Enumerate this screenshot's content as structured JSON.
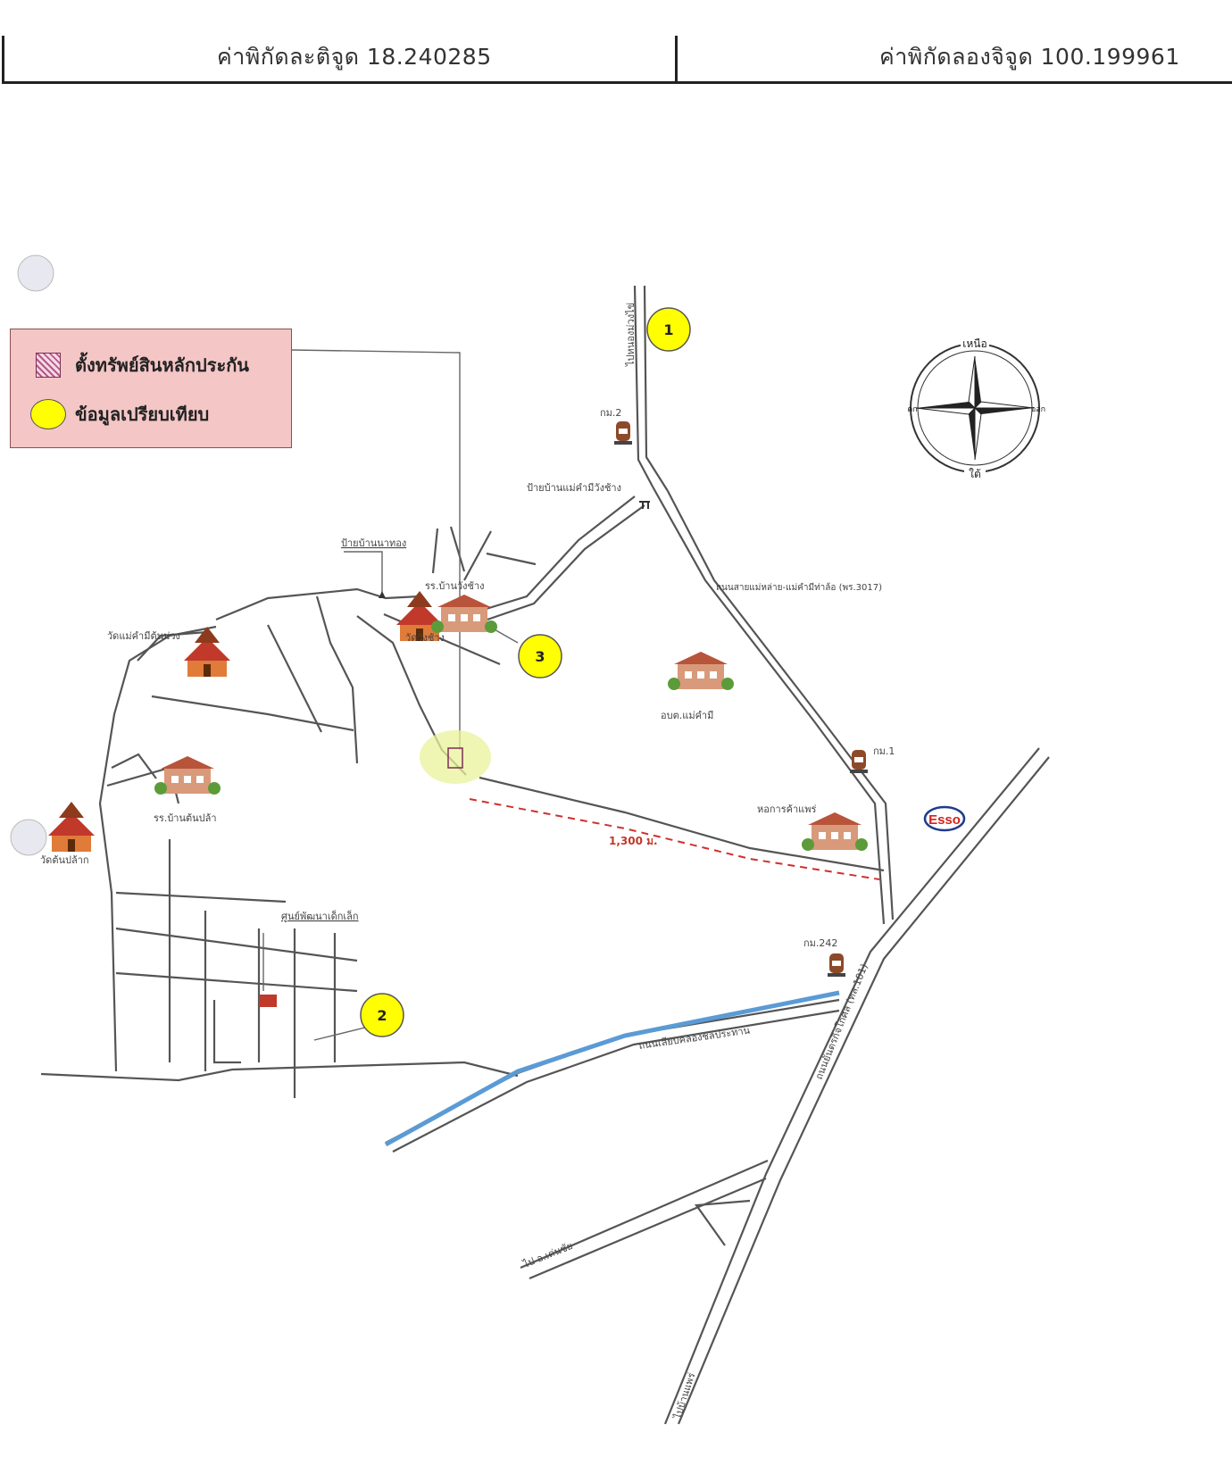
{
  "header": {
    "latitude_label": "ค่าพิกัดละติจูด 18.240285",
    "longitude_label": "ค่าพิกัดลองจิจูด 100.199961"
  },
  "legend": {
    "collateral_label": "ตั้งทรัพย์สินหลักประกัน",
    "comparison_label": "ข้อมูลเปรียบเทียบ"
  },
  "compass": {
    "north": "เหนือ",
    "south": "ใต้",
    "east": "ออก",
    "west": "ตก"
  },
  "markers": {
    "m1": "1",
    "m2": "2",
    "m3": "3"
  },
  "map_labels": {
    "km2": "กม.2",
    "km1": "กม.1",
    "km242": "กม.242",
    "sign_mae_kham_mi_wang_chang": "ป้ายบ้านแม่คำมีวังช้าง",
    "road_3017": "ถนนสายแม่หล่าย-แม่คำมีท่าล้อ (พร.3017)",
    "sign_ban_na_thong": "ป้ายบ้านนาทอง",
    "school_wang_chang": "รร.บ้านวังช้าง",
    "wat_wang_chang": "วัดวังช้าง",
    "wat_mae_kham_mi": "วัดแม่คำมีต้นม่วง",
    "tambon_office": "อบต.แม่คำมี",
    "school_ton_pha": "รร.บ้านต้นปล้า",
    "wat_ton_pha": "วัดต้นปล้าก",
    "distance": "1,300 ม.",
    "phrae_hotel": "หอการค้าแพร่",
    "child_center": "ศูนย์พัฒนาเด็กเล็ก",
    "canal_road": "ถนนเลียบคลองชลประทาน",
    "highway_101": "ถนนยันตรกิจโกศล (ทล.101)",
    "to_den_chai": "ไป อ.เด่นชัย",
    "to_mueang_phrae": "ไปบ้านแพร่",
    "to_nong_muang": "ไปหนองม่วงไข่",
    "esso": "Esso"
  },
  "colors": {
    "marker_yellow": "#ffff00",
    "legend_bg": "#f4c6c6",
    "canal_blue": "#5b9bd5",
    "distance_red": "#d03030"
  }
}
